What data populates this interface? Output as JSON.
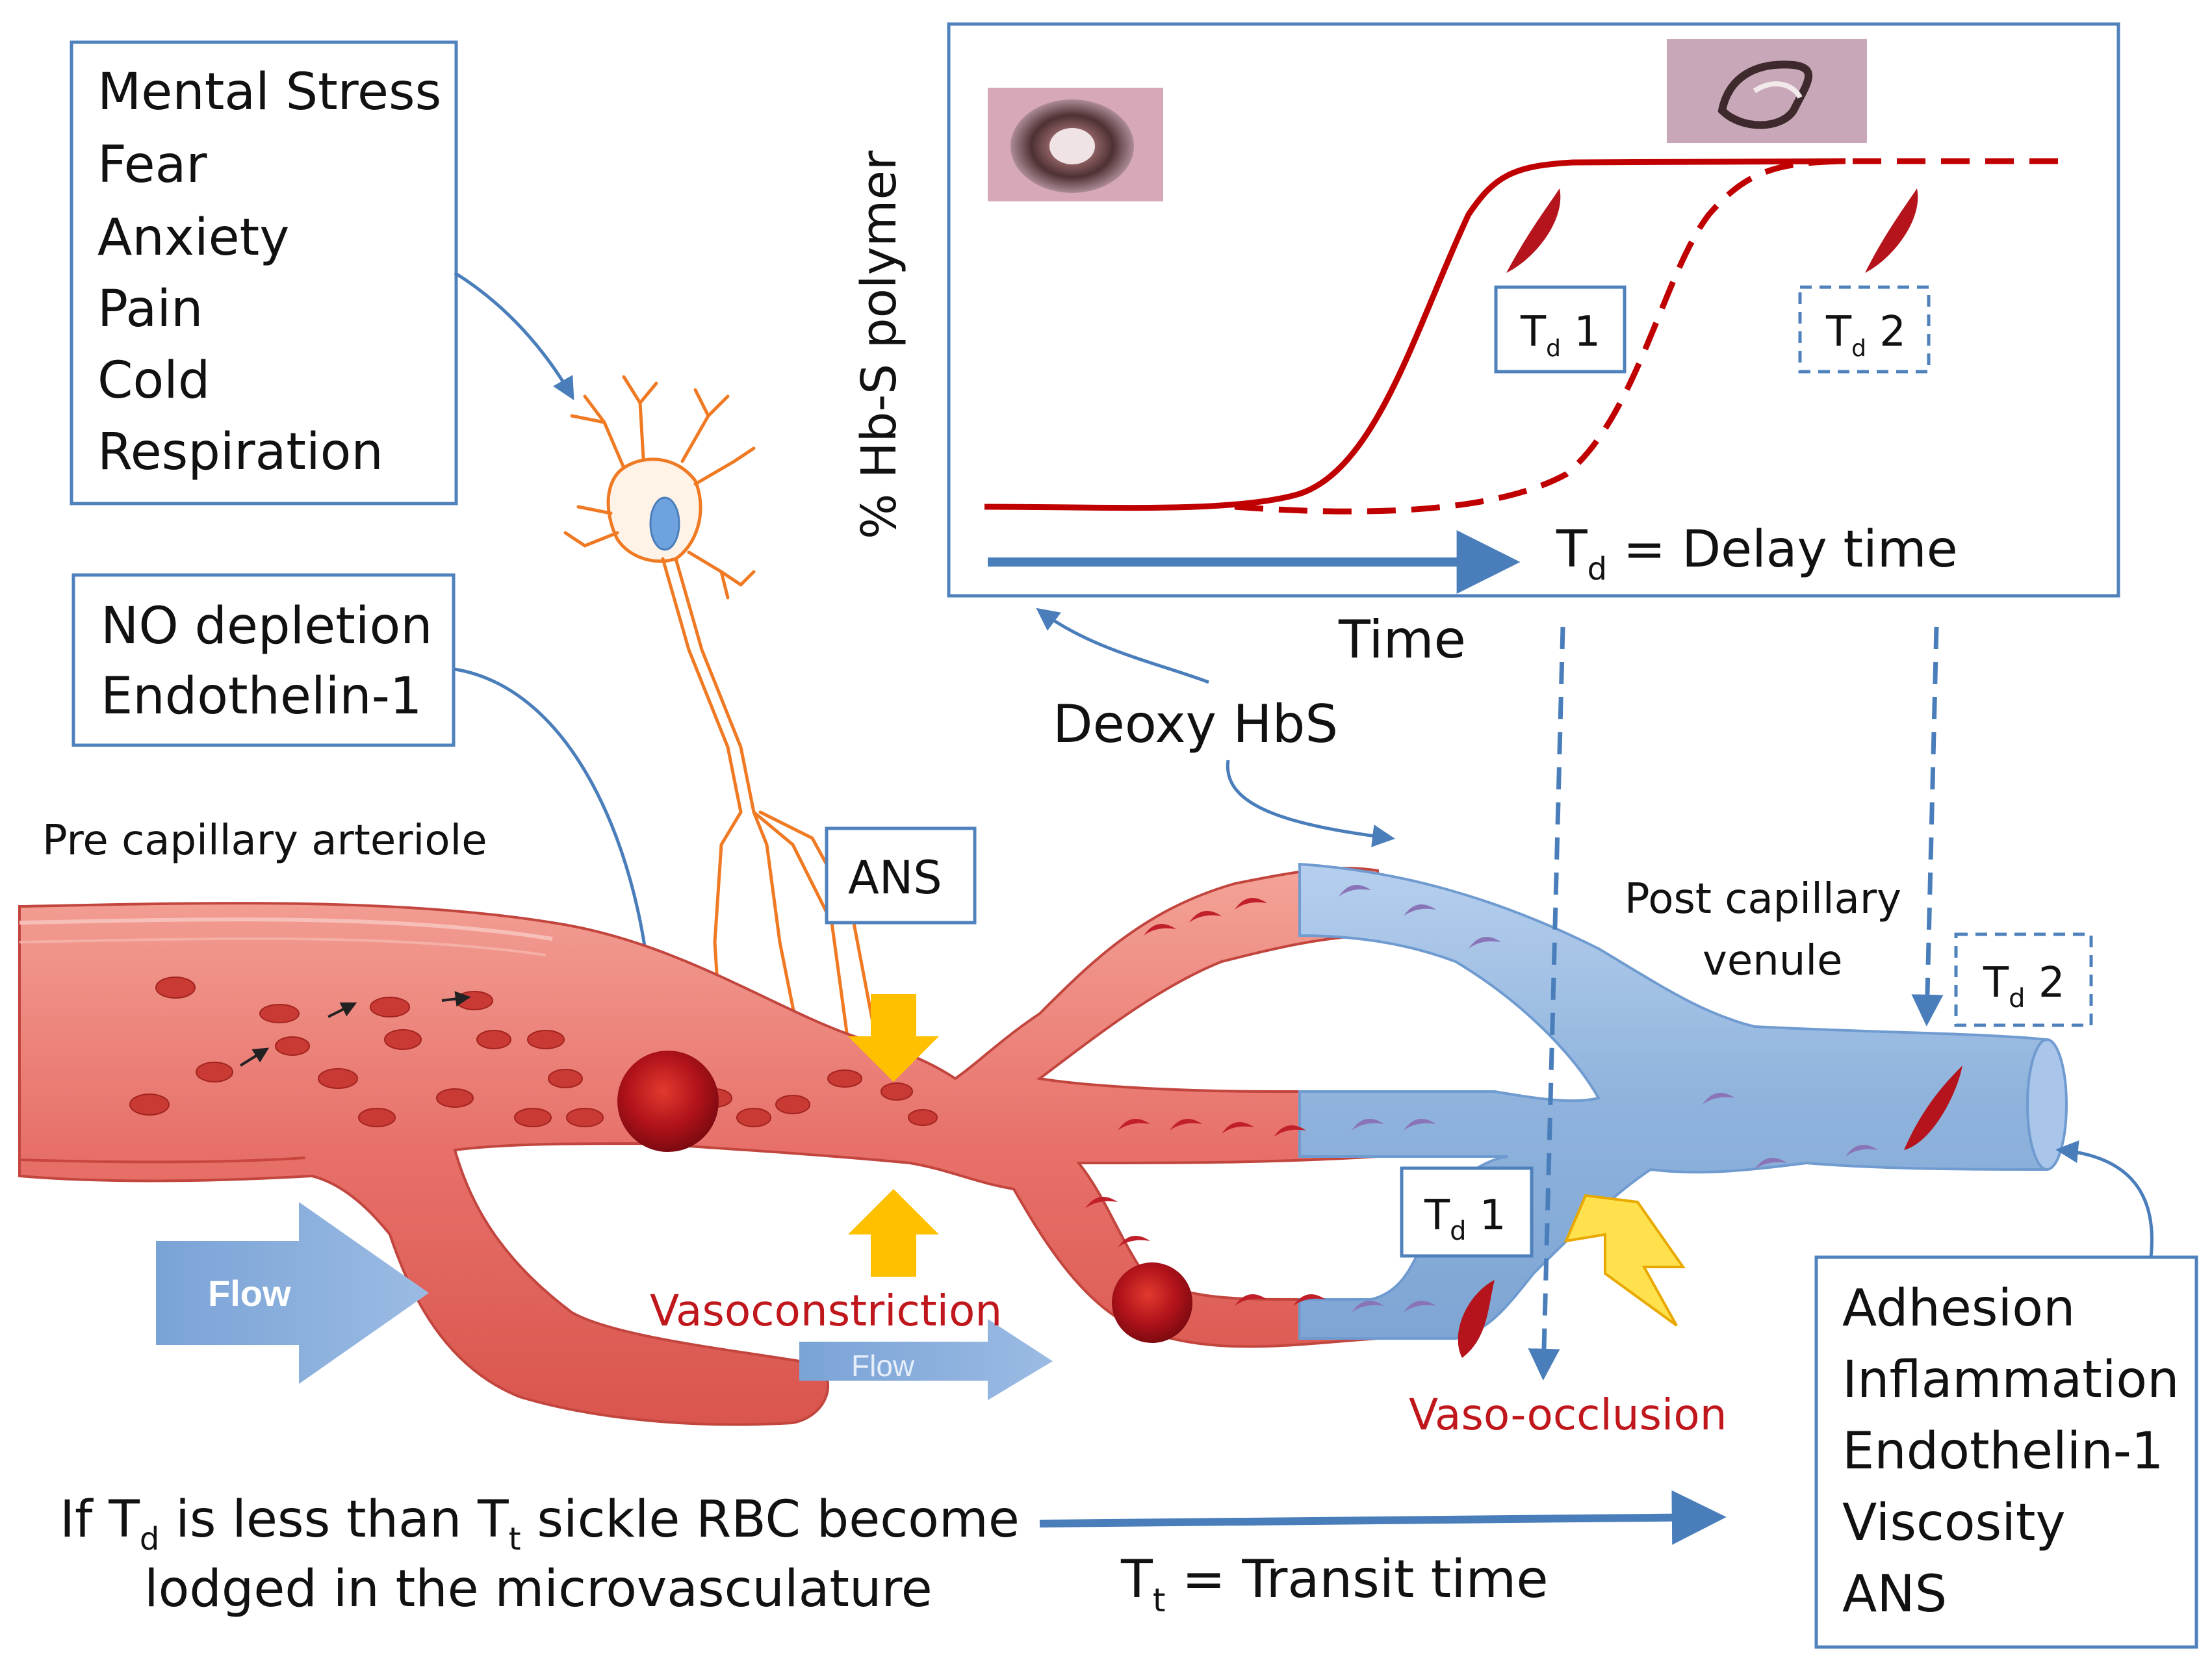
{
  "triggers": {
    "items": [
      "Mental Stress",
      "Fear",
      "Anxiety",
      "Pain",
      "Cold",
      "Respiration"
    ]
  },
  "endothelial": {
    "items": [
      "NO depletion",
      "Endothelin-1"
    ]
  },
  "vessel": {
    "pre_label": "Pre capillary arteriole",
    "post_label_1": "Post capillary",
    "post_label_2": "venule",
    "flow_main": "Flow",
    "flow_small": "Flow"
  },
  "ans_box": "ANS",
  "vasoconstriction": "Vasoconstriction",
  "vaso_occlusion": "Vaso-occlusion",
  "deoxy": "Deoxy HbS",
  "graph": {
    "y_axis": "% Hb-S polymer",
    "x_axis": "Time",
    "td_main": "T",
    "td_sub": "d",
    "td_rest": " = Delay time",
    "td1_main": "T",
    "td1_sub": "d",
    "td1_rest": " 1",
    "td2_main": "T",
    "td2_sub": "d",
    "td2_rest": " 2"
  },
  "vessel_td2": {
    "main": "T",
    "sub": "d",
    "rest": " 2"
  },
  "vessel_td1": {
    "main": "T",
    "sub": "d",
    "rest": " 1"
  },
  "factors": {
    "items": [
      "Adhesion",
      "Inflammation",
      "Endothelin-1",
      "Viscosity",
      "ANS"
    ]
  },
  "bottom": {
    "line1_a": "If  T",
    "line1_sub1": "d",
    "line1_b": " is less than T",
    "line1_sub2": "t",
    "line1_c": "  sickle RBC become",
    "line2": "lodged in the microvasculature",
    "tt_main": "T",
    "tt_sub": "t",
    "tt_rest": " = Transit time"
  },
  "colors": {
    "box_border": "#4f81bd",
    "arrow_blue": "#4a7ebb",
    "curve_red": "#c00000",
    "vessel_red": "#e7716a",
    "vessel_blue": "#8fb3dc",
    "neuron": "#f07a23",
    "yellow_arrow": "#ffc000",
    "text_red": "#c0171d"
  }
}
